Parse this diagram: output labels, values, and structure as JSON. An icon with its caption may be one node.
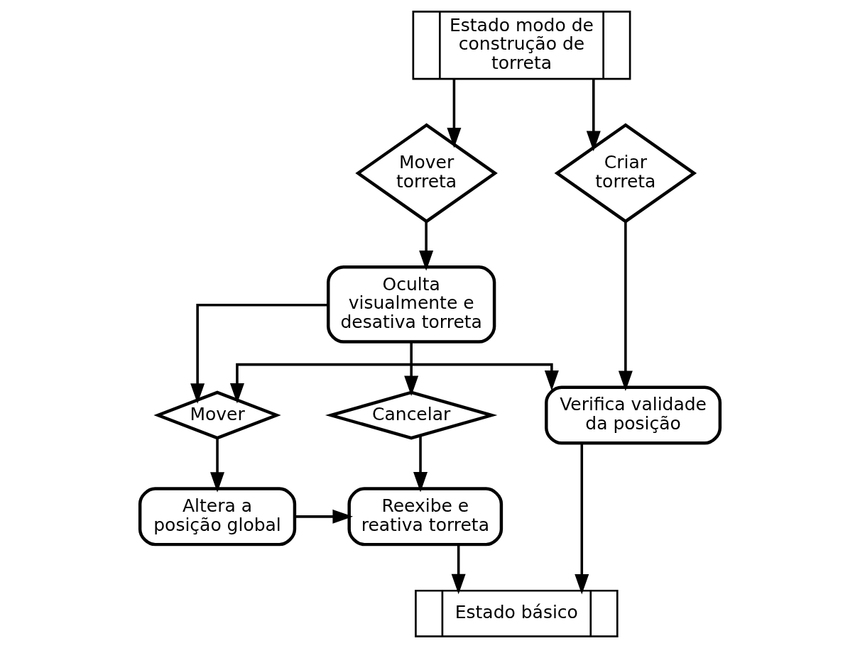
{
  "diagram": {
    "nodes": [
      {
        "text": [
          "Estado modo de construção de torreta"
        ]
      },
      {
        "text": [
          "Mover torreta"
        ]
      },
      {
        "text": [
          "Criar torreta"
        ]
      },
      {
        "text": [
          "Oculta visualmente e desativa torreta"
        ]
      },
      {
        "text": [
          "Cancelar"
        ]
      },
      {
        "text": [
          "Mover"
        ]
      },
      {
        "text": [
          "Verifica validade da posição"
        ]
      },
      {
        "text": [
          "Reexibe e reativa torreta"
        ]
      },
      {
        "text": [
          "Altera a posição global"
        ]
      },
      {
        "text": [
          "Estado básico"
        ]
      }
    ],
    "edges": [
      {
        "from": 0,
        "to": 1,
        "arrow": "to"
      },
      {
        "from": 0,
        "to": 2,
        "arrow": "to"
      },
      {
        "from": 1,
        "to": 3,
        "arrow": "to"
      },
      {
        "from": 2,
        "to": 6,
        "arrow": "to"
      },
      {
        "from": 3,
        "to": 4,
        "arrow": "to"
      },
      {
        "from": 3,
        "to": 5,
        "arrow": "to"
      },
      {
        "from": 5,
        "to": 6,
        "arrow": "both"
      },
      {
        "from": 5,
        "to": 8,
        "arrow": "to"
      },
      {
        "from": 8,
        "to": 7,
        "arrow": "to"
      },
      {
        "from": 4,
        "to": 7,
        "arrow": "to"
      },
      {
        "from": 7,
        "to": 9,
        "arrow": "to"
      },
      {
        "from": 6,
        "to": 9,
        "arrow": "to"
      }
    ]
  }
}
